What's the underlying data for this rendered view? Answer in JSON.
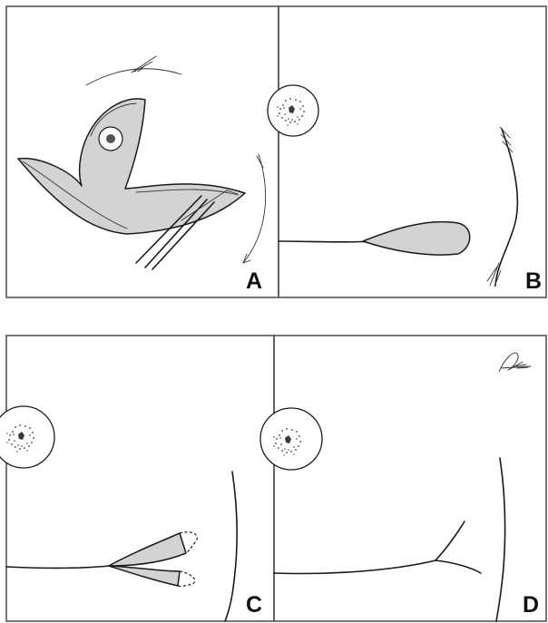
{
  "panels": [
    {
      "label": "A"
    },
    {
      "label": "B"
    },
    {
      "label": "C"
    },
    {
      "label": "D"
    }
  ],
  "colors": {
    "frame": "#555555",
    "ink": "#1a1a1a",
    "flap_fill": "#d3d3d3",
    "background": "#ffffff"
  }
}
